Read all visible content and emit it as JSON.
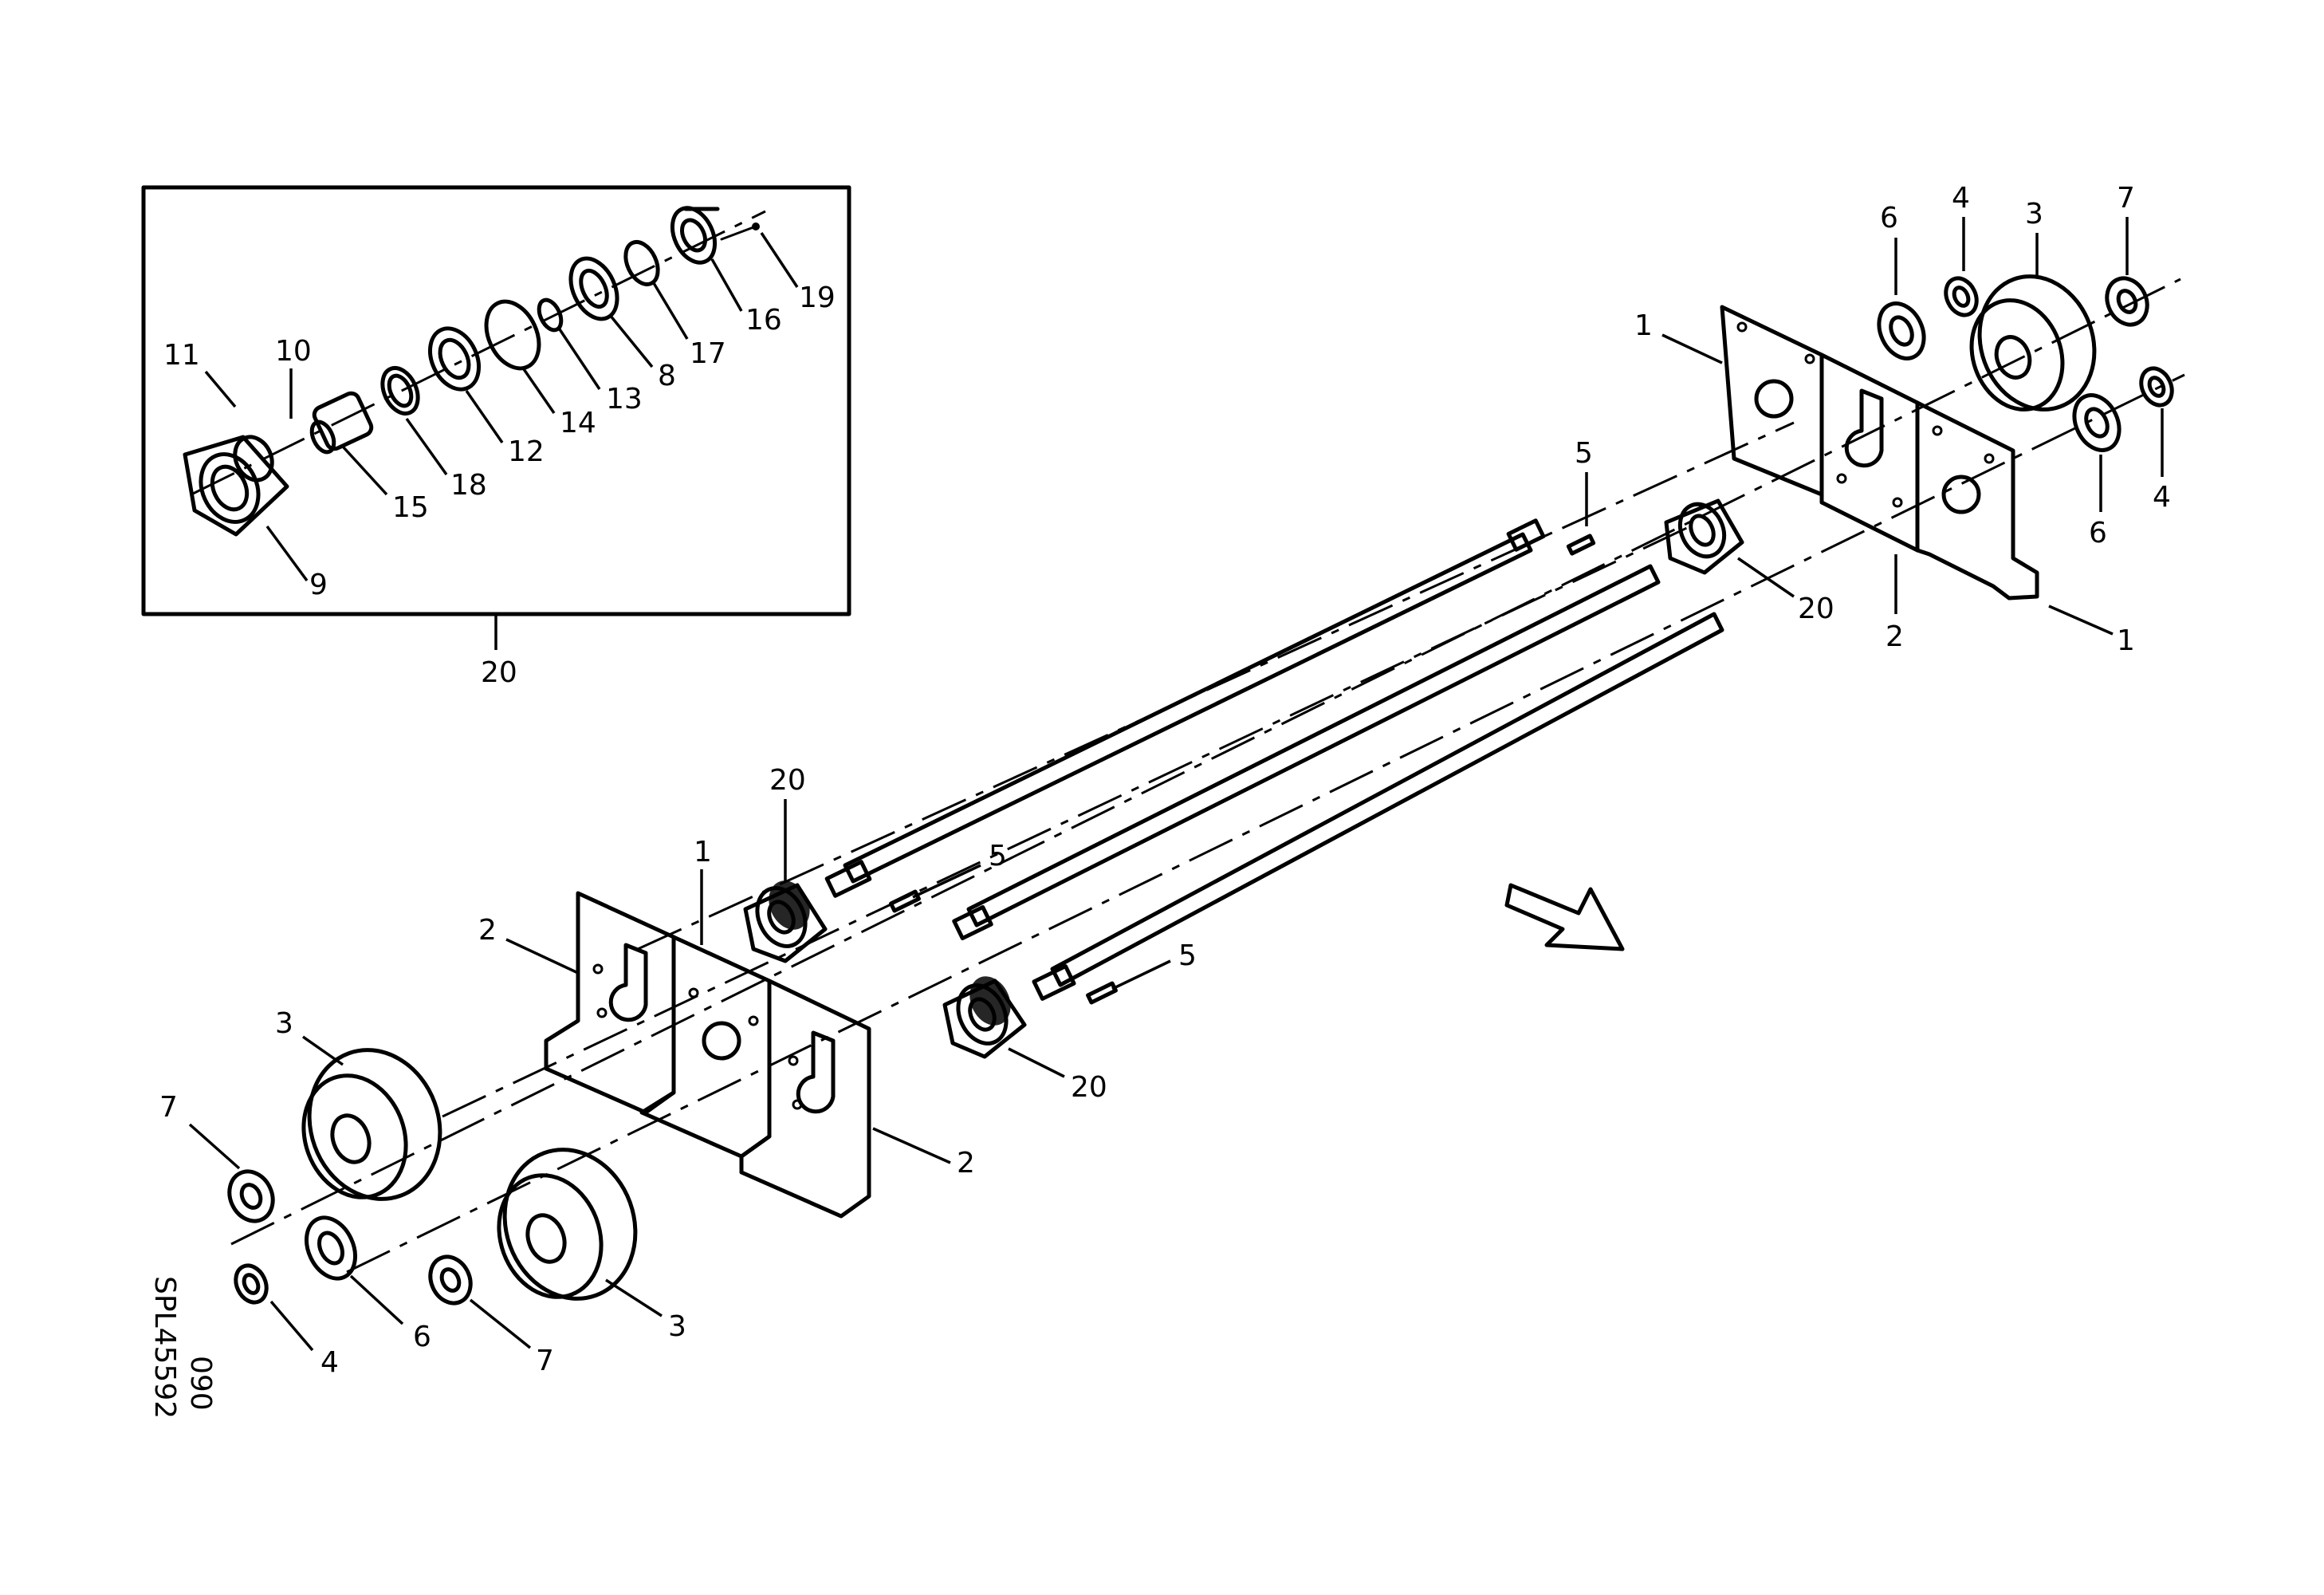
{
  "callouts": {
    "detail_view": [
      "11",
      "10",
      "9",
      "15",
      "18",
      "12",
      "14",
      "13",
      "8",
      "17",
      "16",
      "19"
    ],
    "detail_frame_ref": "20",
    "right_group": [
      "1",
      "6",
      "4",
      "3",
      "7",
      "6",
      "4",
      "20",
      "2",
      "1",
      "5"
    ],
    "center_group": [
      "20",
      "1",
      "5",
      "5",
      "20"
    ],
    "left_group": [
      "2",
      "3",
      "7",
      "2",
      "6",
      "4",
      "7",
      "3"
    ]
  },
  "drawing_code": {
    "number": "SPL45592",
    "suffix": "090"
  }
}
